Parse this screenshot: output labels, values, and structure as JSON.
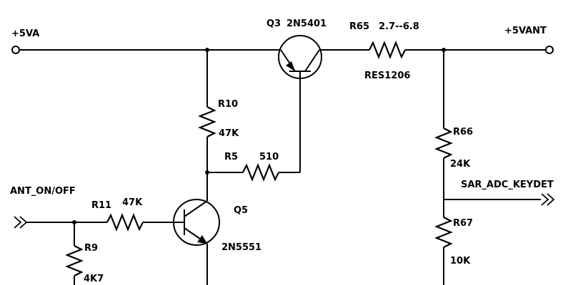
{
  "labels": {
    "v5va": "+5VA",
    "v5vant": "+5VANT",
    "q3_ref": "Q3",
    "q3_part": "2N5401",
    "r65_ref": "R65",
    "r65_value": "2.7--6.8",
    "r65_pkg": "RES1206",
    "r10_ref": "R10",
    "r10_value": "47K",
    "r5_ref": "R5",
    "r5_value": "510",
    "r66_ref": "R66",
    "r66_value": "24K",
    "sar_adc": "SAR_ADC_KEYDET",
    "ant_onoff": "ANT_ON/OFF",
    "r11_ref": "R11",
    "r11_value": "47K",
    "q5_ref": "Q5",
    "q5_part": "2N5551",
    "r67_ref": "R67",
    "r67_value": "10K",
    "r9_ref": "R9",
    "r9_value": "4K7"
  }
}
